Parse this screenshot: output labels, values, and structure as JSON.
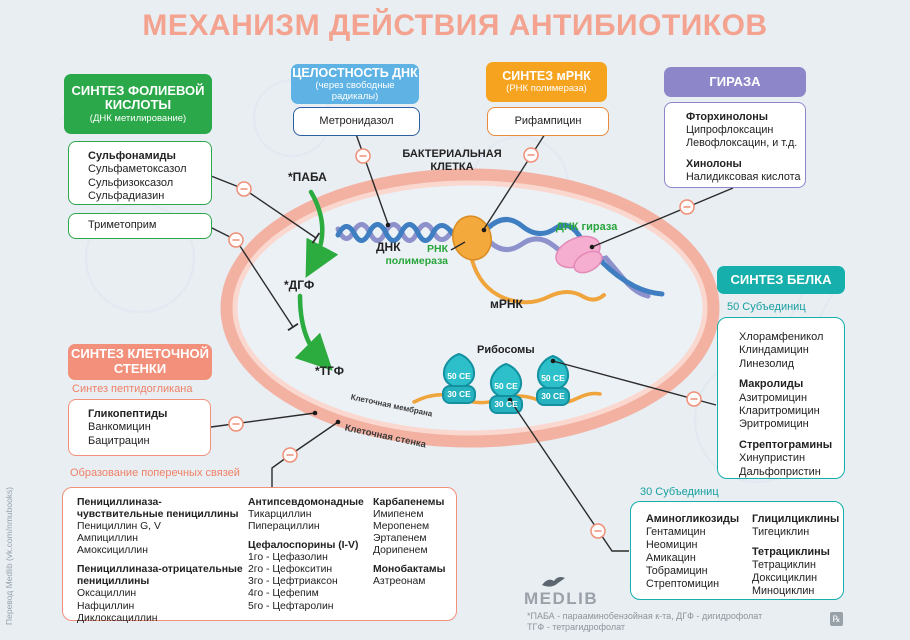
{
  "title": "МЕХАНИЗМ ДЕЙСТВИЯ АНТИБИОТИКОВ",
  "credit": "Перевод Medlib (vk.com/nmubooks)",
  "logo": "MEDLIB",
  "rx": "℞",
  "footnote": {
    "line1": "*ПАБА - парааминобензойная к-та, ДГФ - дигидрофолат",
    "line2": "ТГФ - тетрагидрофолат"
  },
  "folic": {
    "header": "СИНТЕЗ ФОЛИЕВОЙ КИСЛОТЫ",
    "subtitle": "(ДНК метилирование)",
    "sulfa": {
      "title": "Сульфонамиды",
      "items": [
        "Сульфаметоксазол",
        "Сульфизоксазол",
        "Сульфадиазин"
      ]
    },
    "trimethoprim": "Триметоприм"
  },
  "dna_integrity": {
    "header": "ЦЕЛОСТНОСТЬ ДНК",
    "subtitle": "(через свободные радикалы)",
    "drug": "Метронидазол"
  },
  "mrna_synthesis": {
    "header": "СИНТЕЗ мРНК",
    "subtitle": "(РНК полимераза)",
    "drug": "Рифампицин"
  },
  "gyrase": {
    "header": "ГИРАЗА",
    "groups": [
      {
        "title": "Фторхинолоны",
        "items": [
          "Ципрофлоксацин",
          "Левофлоксацин, и т.д."
        ]
      },
      {
        "title": "Хинолоны",
        "items": [
          "Налидиксовая кислота"
        ]
      }
    ]
  },
  "protein": {
    "header": "СИНТЕЗ БЕЛКА",
    "label50": "50 Субъединиц",
    "label30": "30 Субъединиц",
    "box50": {
      "groups": [
        {
          "title": "",
          "items": [
            "Хлорамфеникол",
            "Клиндамицин",
            "Линезолид"
          ]
        },
        {
          "title": "Макролиды",
          "items": [
            "Азитромицин",
            "Кларитромицин",
            "Эритромицин"
          ]
        },
        {
          "title": "Стрептограмины",
          "items": [
            "Хинупристин",
            "Дальфопристин"
          ]
        }
      ]
    },
    "box30": {
      "left": [
        {
          "title": "Аминогликозиды",
          "items": [
            "Гентамицин",
            "Неомицин",
            "Амикацин",
            "Тобрамицин",
            "Стрептомицин"
          ]
        }
      ],
      "right": [
        {
          "title": "Глицилциклины",
          "items": [
            "Тигециклин"
          ]
        },
        {
          "title": "Тетрациклины",
          "items": [
            "Тетрациклин",
            "Доксициклин",
            "Миноциклин"
          ]
        }
      ]
    }
  },
  "cell_wall": {
    "header": "СИНТЕЗ КЛЕТОЧНОЙ СТЕНКИ",
    "peptidoglycan_label": "Синтез пептидогликана",
    "glyco": {
      "title": "Гликопептиды",
      "items": [
        "Ванкомицин",
        "Бацитрацин"
      ]
    },
    "crosslink_label": "Образование поперечных связей",
    "crosslink_box": {
      "col1": [
        {
          "title": "Пенициллиназа-чувствительные пенициллины",
          "items": [
            "Пенициллин G, V",
            "Ампициллин",
            "Амоксициллин"
          ]
        },
        {
          "title": "Пенициллиназа-отрицательные пенициллины",
          "items": [
            "Оксациллин",
            "Нафциллин",
            "Диклоксациллин"
          ]
        }
      ],
      "col2": [
        {
          "title": "Антипсевдомонадные",
          "items": [
            "Тикарциллин",
            "Пиперациллин"
          ]
        },
        {
          "title": "Цефалоспорины (I-V)",
          "items": [
            "1го - Цефазолин",
            "2го - Цефокситин",
            "3го - Цефтриаксон",
            "4го - Цефепим",
            "5го - Цефтаролин"
          ]
        }
      ],
      "col3": [
        {
          "title": "Карбапенемы",
          "items": [
            "Имипенем",
            "Меропенем",
            "Эртапенем",
            "Дорипенем"
          ]
        },
        {
          "title": "Монобактамы",
          "items": [
            "Азтреонам"
          ]
        }
      ]
    }
  },
  "cell": {
    "name": "БАКТЕРИАЛЬНАЯ КЛЕТКА",
    "paba": "*ПАБА",
    "dhf": "*ДГФ",
    "thf": "*ТГФ",
    "dna": "ДНК",
    "rna_polymerase": "РНК полимераза",
    "mrna": "мРНК",
    "dna_gyrase": "ДНК гираза",
    "ribosomes": "Рибосомы",
    "su50": "50 СЕ",
    "su30": "30 СЕ",
    "membrane": "Клеточная мембрана",
    "wall": "Клеточная стенка"
  },
  "colors": {
    "title": "#f3a38f",
    "green": "#2ba84a",
    "blue": "#5fb3e4",
    "blue_border": "#2e5fa3",
    "orange": "#f6a31f",
    "orange_border": "#e88a3c",
    "purple": "#8d87ca",
    "teal": "#16afac",
    "salmon": "#f2907b",
    "membrane_band": "#f3b1a2",
    "arrow_green": "#2cab3f"
  }
}
